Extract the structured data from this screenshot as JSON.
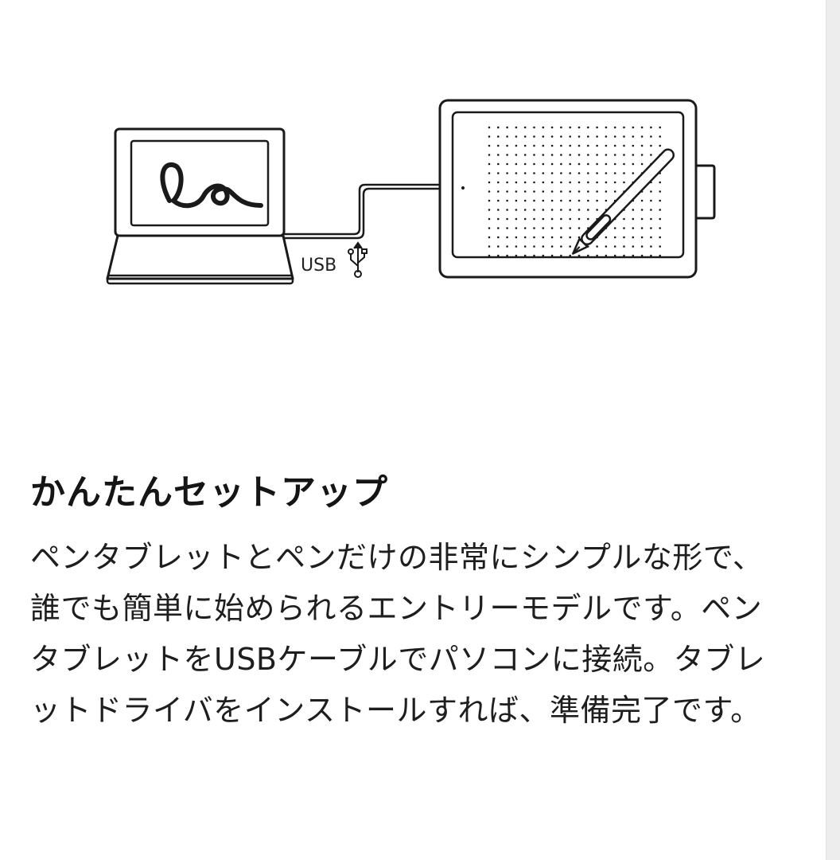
{
  "illustration": {
    "usb_label": "USB"
  },
  "feature": {
    "title": "かんたんセットアップ",
    "description": "ペンタブレットとペンだけの非常にシンプルな形で、誰でも簡単に始められるエントリーモデルです。ペンタブレットをUSBケーブルでパソコンに接続。タブレットドライバをインストールすれば、準備完了です。"
  }
}
